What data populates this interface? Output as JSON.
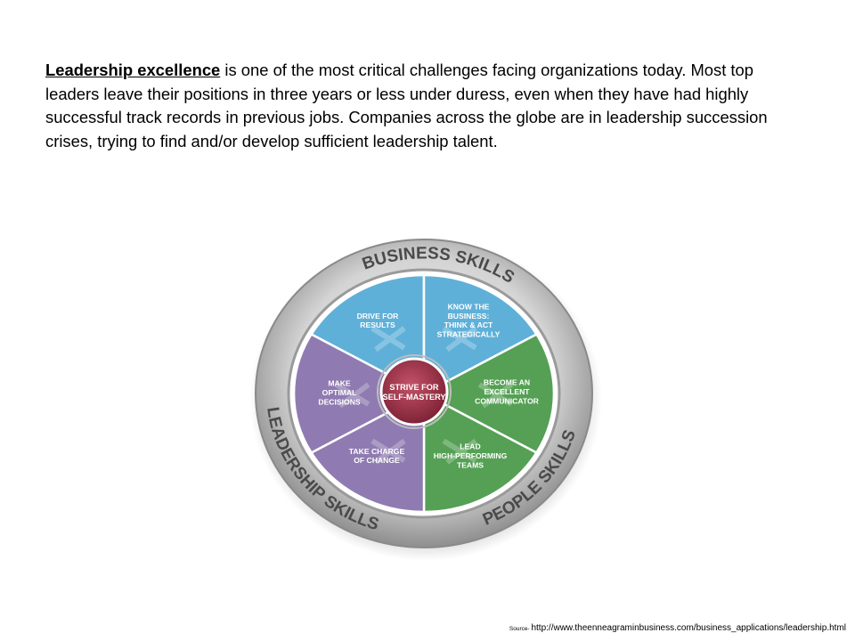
{
  "intro": {
    "emphasis": "Leadership excellence",
    "rest": " is one of the most critical challenges facing organizations today. Most top leaders leave their positions in three years or less under duress, even when they have had highly successful track records in previous jobs. Companies across the globe are in leadership succession crises, trying to find and/or develop sufficient leadership talent."
  },
  "diagram": {
    "ring_labels": {
      "business": "BUSINESS SKILLS",
      "people": "PEOPLE SKILLS",
      "leadership": "LEADERSHIP SKILLS"
    },
    "center": [
      "STRIVE FOR",
      "SELF-MASTERY"
    ],
    "segments": [
      {
        "lines": [
          "DRIVE FOR",
          "RESULTS"
        ],
        "group": "business"
      },
      {
        "lines": [
          "KNOW THE",
          "BUSINESS:",
          "THINK & ACT",
          "STRATEGICALLY"
        ],
        "group": "business"
      },
      {
        "lines": [
          "BECOME AN",
          "EXCELLENT",
          "COMMUNICATOR"
        ],
        "group": "people"
      },
      {
        "lines": [
          "LEAD",
          "HIGH-PERFORMING",
          "TEAMS"
        ],
        "group": "people"
      },
      {
        "lines": [
          "TAKE CHARGE",
          "OF CHANGE"
        ],
        "group": "leadership"
      },
      {
        "lines": [
          "MAKE",
          "OPTIMAL",
          "DECISIONS"
        ],
        "group": "leadership"
      }
    ],
    "colors": {
      "business": "#5fb0d8",
      "people": "#55a055",
      "leadership": "#8f7bb1",
      "center": "#9c3548",
      "ring": "#c9c9c9"
    }
  },
  "source": {
    "prefix": "Source- ",
    "url": "http://www.theenneagraminbusiness.com/business_applications/leadership.html"
  }
}
